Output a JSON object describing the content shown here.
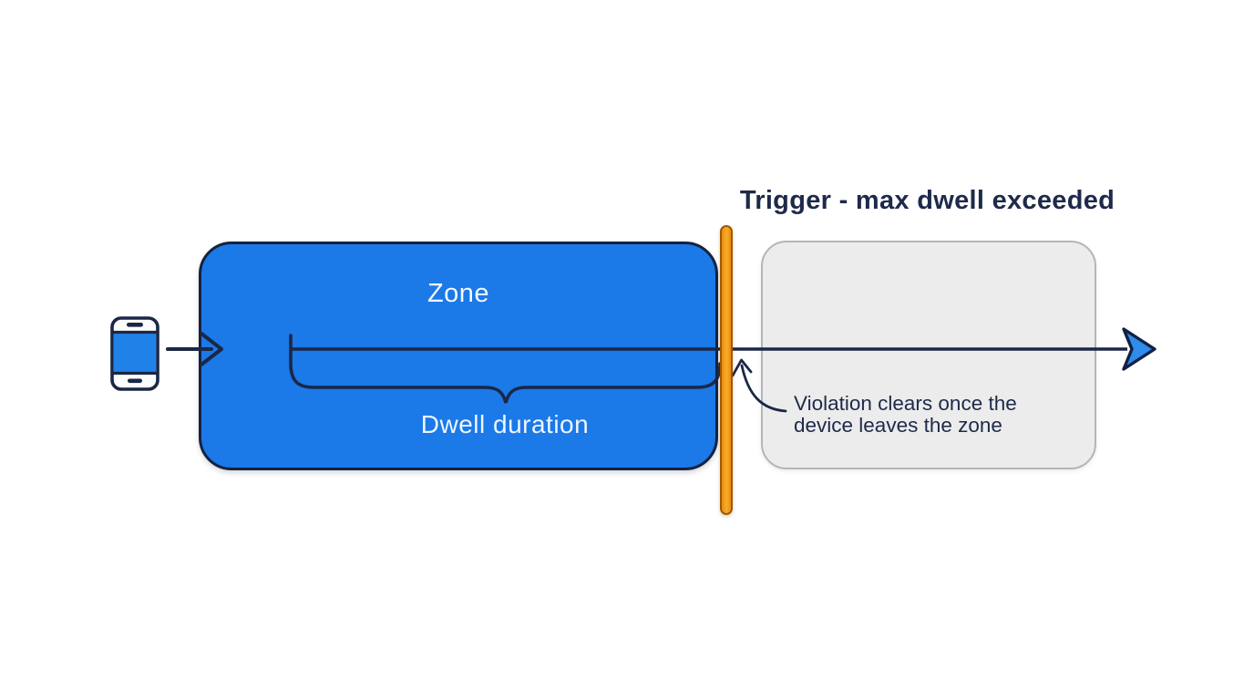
{
  "diagram": {
    "title": "Trigger - max dwell exceeded",
    "zone_label": "Zone",
    "dwell_label": "Dwell duration",
    "violation_note": "Violation clears once the\ndevice leaves the zone",
    "colors": {
      "background": "#ffffff",
      "zone_fill": "#1b79e8",
      "zone_border": "#15223f",
      "after_zone_fill": "#ececec",
      "after_zone_border": "#b2b6bc",
      "trigger_bar_fill": "#f8a826",
      "trigger_bar_border": "#9c5a08",
      "line_color": "#1b2745",
      "dark_text": "#1e2a4a",
      "light_text": "#f4f9ff",
      "arrowhead_fill": "#2e8ceb",
      "phone_screen": "#2081e9",
      "phone_body": "#fbfdff"
    }
  }
}
